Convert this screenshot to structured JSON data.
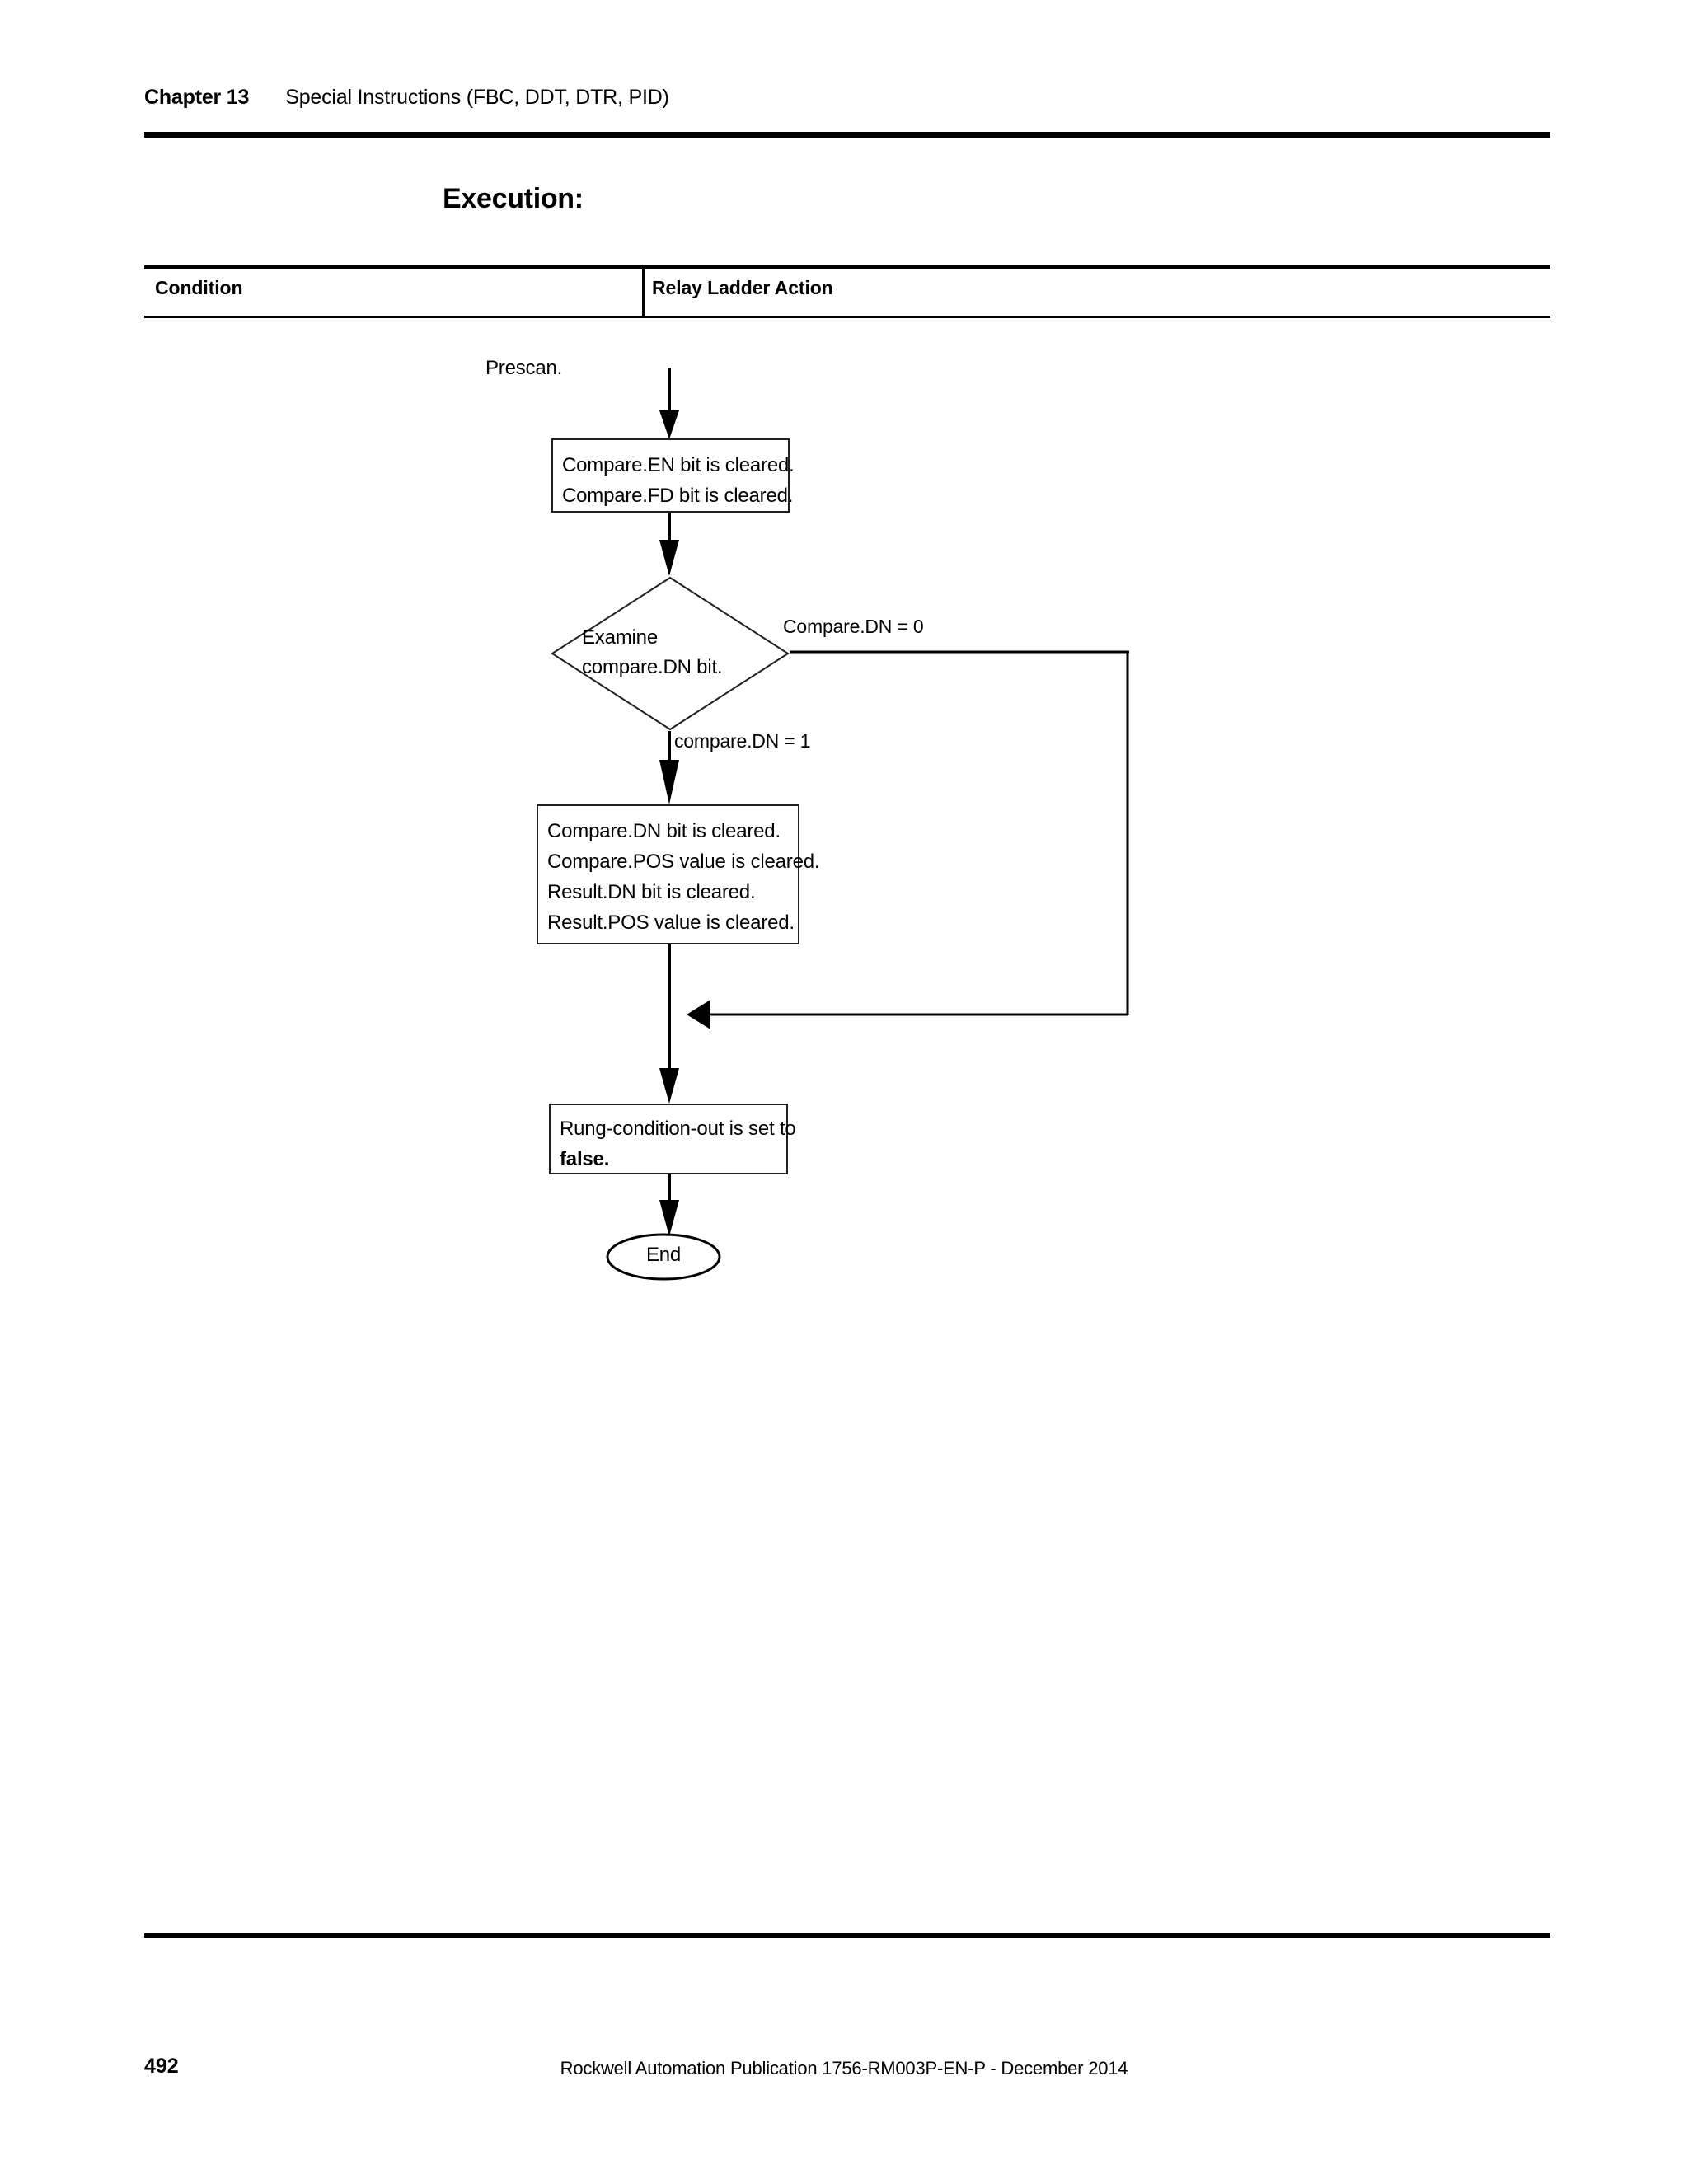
{
  "running_head": {
    "chapter": "Chapter 13",
    "title": "Special Instructions (FBC, DDT, DTR, PID)"
  },
  "section": {
    "heading": "Execution:"
  },
  "table": {
    "headers": {
      "condition": "Condition",
      "relay_ladder_action": "Relay Ladder Action"
    },
    "condition_value": "Prescan."
  },
  "flowchart": {
    "start_label": "Prescan.",
    "nodes": {
      "clear_en_fd": {
        "lines": [
          "Compare.EN bit is cleared.",
          "Compare.FD bit is cleared."
        ]
      },
      "examine_decision": {
        "lines": [
          "Examine",
          "compare.DN bit."
        ]
      },
      "clear_values": {
        "lines": [
          "Compare.DN bit is cleared.",
          "Compare.POS value is cleared.",
          "Result.DN bit is cleared.",
          "Result.POS value is cleared."
        ]
      },
      "rung_condition": {
        "line1": "Rung-condition-out is set to",
        "line2": "false."
      },
      "end": {
        "label": "End"
      }
    },
    "edge_labels": {
      "dn_zero": "Compare.DN = 0",
      "dn_one": "compare.DN = 1"
    }
  },
  "footer": {
    "page_number": "492",
    "publication": "Rockwell Automation Publication 1756-RM003P-EN-P - December 2014"
  }
}
